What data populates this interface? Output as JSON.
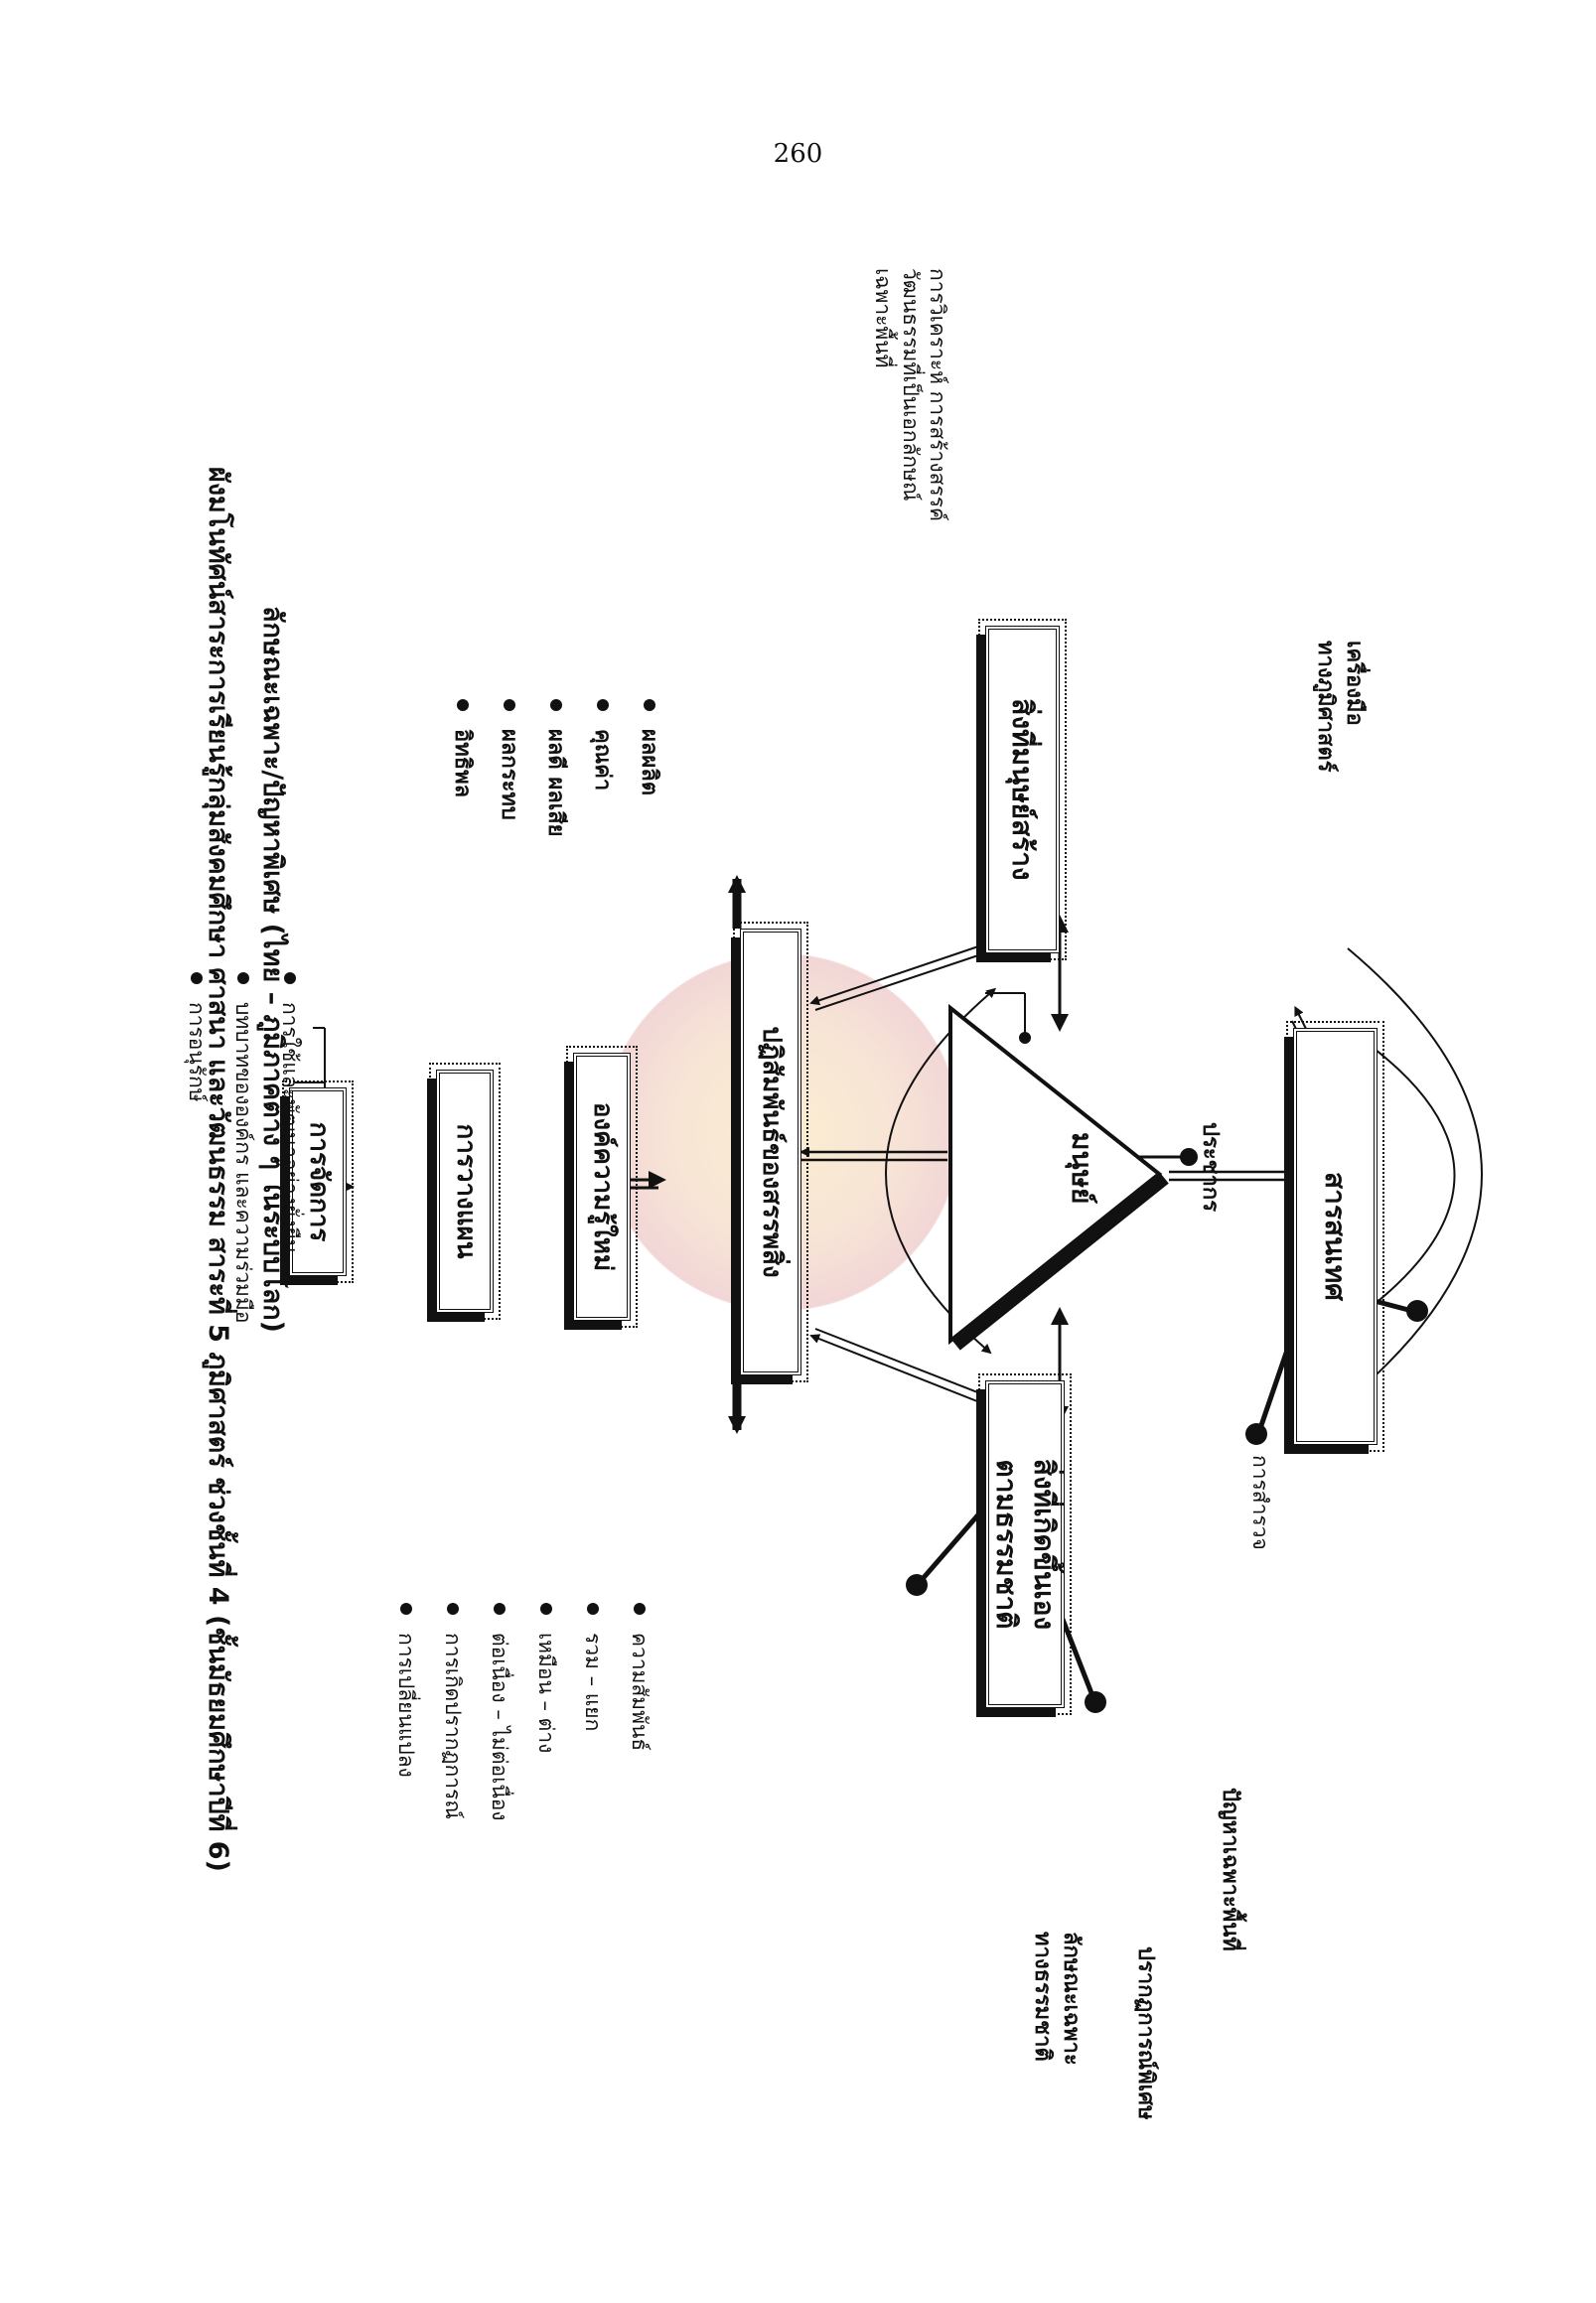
{
  "page_number": "260",
  "headings": {
    "line1": "ผังมโนทัศน์สาระการเรียนรู้กลุ่มสังคมศึกษา ศาสนา และวัฒนธรรม  สาระที่ 5 ภูมิศาสตร์ ช่วงชั้นที่ 4 (ชั้นมัธยมศึกษาปีที่ 6)",
    "line2": "ลักษณะเฉพาะ/ปัญหาพิเศษ (ไทย – ภูมิภาคต่าง ๆ ในระบบโลก)"
  },
  "boxes": {
    "management": "การจัดการ",
    "planning": "การวางแผน",
    "new_knowledge": "องค์ความรู้ใหม่",
    "interaction": "ปฏิสัมพันธ์ของสรรพสิ่ง",
    "human_made": "สิ่งที่มนุษย์สร้าง",
    "natural_line1": "สิ่งที่เกิดขึ้นเอง",
    "natural_line2": "ตามธรรมชาติ",
    "information": "สารสนเทศ",
    "human": "มนุษย์"
  },
  "management_items": [
    "การใช้และพัฒนาอย่างยั่งยืน",
    "บทบาทขององค์กร และความร่วมมือ",
    "การอนุรักษ์"
  ],
  "effects_items": [
    "ผลผลิต",
    "คุณค่า",
    "ผลดี ผลเสีย",
    "ผลกระทบ",
    "อิทธิพล"
  ],
  "relation_items": [
    "ความสัมพันธ์",
    "รวม – แยก",
    "เหมือน – ต่าง",
    "ต่อเนื่อง – ไม่ต่อเนื่อง",
    "การเกิดปรากฏการณ์",
    "การเปลี่ยนแปลง"
  ],
  "labels": {
    "culture_line1": "การวิเคราะห์ การสร้างสรรค์",
    "culture_line2": "วัฒนธรรมที่เป็นเอกลักษณ์",
    "culture_line3": "เฉพาะพื้นที่",
    "geo_tools_line1": "เครื่องมือ",
    "geo_tools_line2": "ทางภูมิศาสตร์",
    "population": "ประชากร",
    "survey": "การสำรวจ",
    "nature_char_line1": "ลักษณะเฉพาะ",
    "nature_char_line2": "ทางธรรมชาติ",
    "special_phenomena": "ปรากฏการณ์พิเศษ",
    "local_problems": "ปัญหาเฉพาะพื้นที่"
  }
}
